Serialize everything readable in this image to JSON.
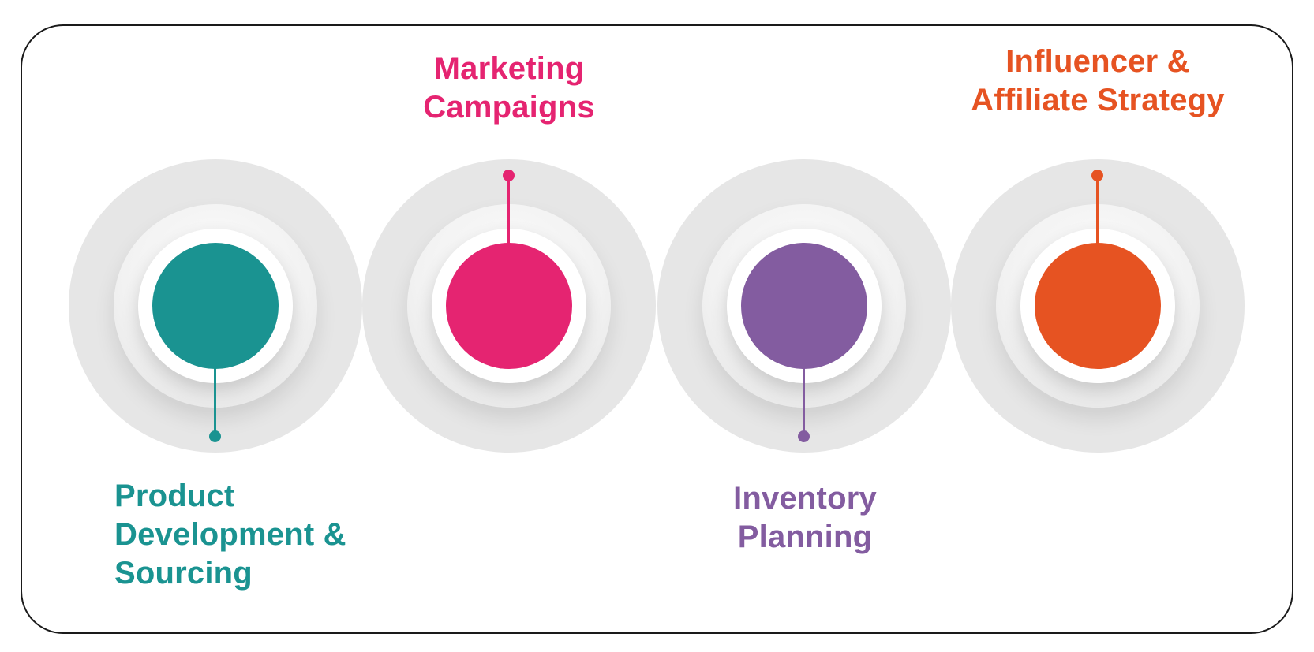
{
  "diagram": {
    "title": "",
    "steps": [
      {
        "id": "product",
        "label_lines": [
          "Product",
          "Development &",
          "Sourcing"
        ],
        "color": "#1a9391",
        "connector": "down"
      },
      {
        "id": "marketing",
        "label_lines": [
          "Marketing",
          "Campaigns"
        ],
        "color": "#e52471",
        "connector": "up"
      },
      {
        "id": "inventory",
        "label_lines": [
          "Inventory",
          "Planning"
        ],
        "color": "#835ca0",
        "connector": "down"
      },
      {
        "id": "influencer",
        "label_lines": [
          "Influencer &",
          "Affiliate Strategy"
        ],
        "color": "#e65322",
        "connector": "up"
      }
    ],
    "ring_colors": {
      "outer": "#e6e6e6",
      "mid": "#f2f2f2",
      "inner": "#ffffff"
    },
    "frame_border_color": "#1a1a1a"
  }
}
